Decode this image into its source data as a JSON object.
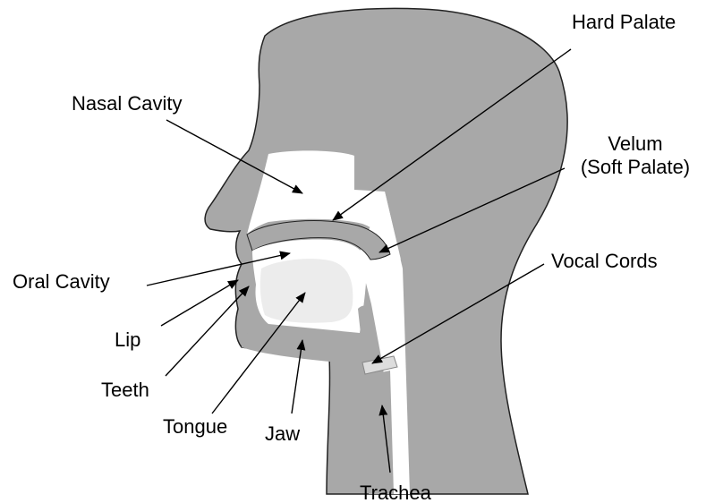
{
  "colors": {
    "head": "#a8a8a8",
    "cavity": "#ffffff",
    "tongue": "#ececec",
    "arrow": "#000000",
    "text": "#000000"
  },
  "labels": {
    "hard_palate": "Hard Palate",
    "nasal_cavity": "Nasal Cavity",
    "velum_line1": "Velum",
    "velum_line2": "(Soft Palate)",
    "oral_cavity": "Oral Cavity",
    "vocal_cords": "Vocal Cords",
    "lip": "Lip",
    "teeth": "Teeth",
    "tongue": "Tongue",
    "jaw": "Jaw",
    "trachea": "Trachea"
  }
}
